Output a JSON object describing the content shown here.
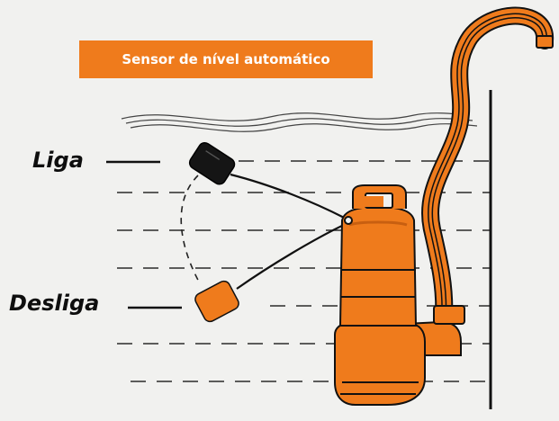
{
  "title": "Sensor de nível automático",
  "labels": {
    "on": "Liga",
    "off": "Desliga"
  },
  "colors": {
    "accent": "#ef7b1c",
    "ink": "#111111",
    "background": "#f1f1ef",
    "pump_shade": "#c85f10"
  },
  "icons": [
    "wave-lines",
    "float-switch-black",
    "float-switch-orange",
    "submersible-pump",
    "discharge-pipe",
    "tank-wall"
  ]
}
